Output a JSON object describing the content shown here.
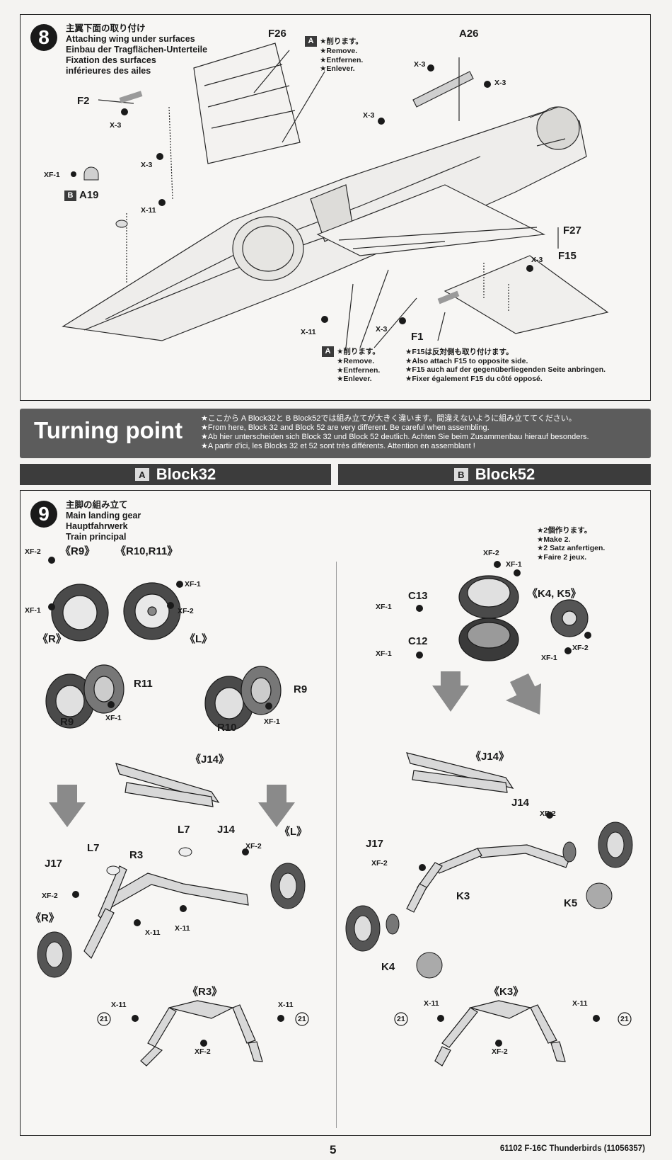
{
  "step8": {
    "number": "8",
    "title": [
      "主翼下面の取り付け",
      "Attaching wing under surfaces",
      "Einbau der Tragflächen-Unterteile",
      "Fixation des surfaces",
      "inférieures des ailes"
    ],
    "parts": {
      "f26": "F26",
      "a26": "A26",
      "f2": "F2",
      "a19": "A19",
      "f27": "F27",
      "f15": "F15",
      "f1": "F1",
      "xf1": "XF-1"
    },
    "cements": {
      "x3": "X-3",
      "x11": "X-11"
    },
    "badge_a": "A",
    "badge_b": "B",
    "remove_note": [
      "★削ります。",
      "★Remove.",
      "★Entfernen.",
      "★Enlever."
    ],
    "f15_note": [
      "★F15は反対側も取り付けます。",
      "★Also attach F15 to opposite side.",
      "★F15 auch auf der gegenüberliegenden Seite anbringen.",
      "★Fixer également F15 du côté opposé."
    ]
  },
  "turning_point": {
    "title": "Turning point",
    "notes": [
      "★ここから A Block32と B Block52では組み立てが大きく違います。間違えないように組み立ててください。",
      "★From here, Block 32 and Block 52 are very different. Be careful when assembling.",
      "★Ab hier unterscheiden sich Block 32 und Block 52 deutlich. Achten Sie beim Zusammenbau hierauf besonders.",
      "★A partir d'ici, les Blocks 32 et 52 sont très différents. Attention en assemblant !"
    ]
  },
  "blocks": {
    "a": {
      "badge": "A",
      "label": "Block32"
    },
    "b": {
      "badge": "B",
      "label": "Block52"
    }
  },
  "step9": {
    "number": "9",
    "title": [
      "主脚の組み立て",
      "Main landing gear",
      "Hauptfahrwerk",
      "Train principal"
    ],
    "left": {
      "r9_group": "《R9》",
      "r10r11_group": "《R10,R11》",
      "r_side": "《R》",
      "l_side": "《L》",
      "r9": "R9",
      "r10": "R10",
      "r11": "R11",
      "j14_group": "《J14》",
      "j14": "J14",
      "l7": "L7",
      "j17": "J17",
      "r3": "R3",
      "r3_group": "《R3》",
      "xf1": "XF-1",
      "xf2": "XF-2",
      "x11": "X-11"
    },
    "right": {
      "make2_note": [
        "★2個作ります。",
        "★Make 2.",
        "★2 Satz anfertigen.",
        "★Faire 2 jeux."
      ],
      "c13": "C13",
      "c12": "C12",
      "k4k5_group": "《K4, K5》",
      "j14_group": "《J14》",
      "j14": "J14",
      "j17": "J17",
      "k3": "K3",
      "k4": "K4",
      "k5": "K5",
      "k3_group": "《K3》",
      "xf1": "XF-1",
      "xf2": "XF-2",
      "x11": "X-11"
    },
    "circled_21": "21"
  },
  "footer": {
    "page": "5",
    "ref": "61102 F-16C Thunderbirds (11056357)"
  },
  "colors": {
    "dark": "#1a1a1a",
    "band": "#5c5c5c",
    "block_band": "#3c3c3c",
    "paper": "#f4f3f1"
  }
}
